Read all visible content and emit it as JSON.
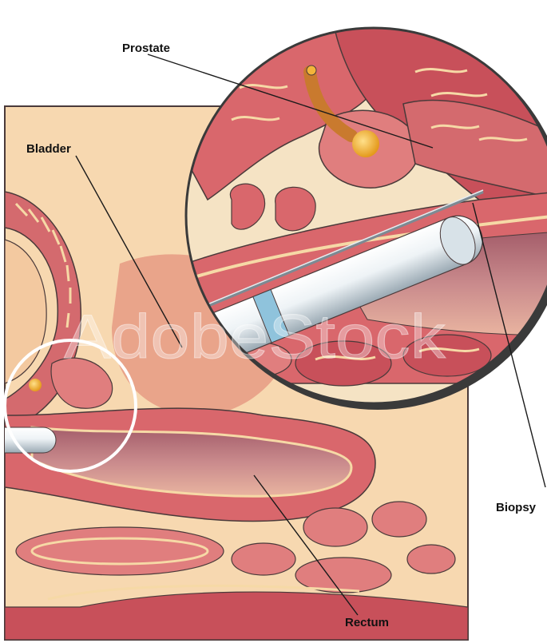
{
  "labels": {
    "prostate": "Prostate",
    "bladder": "Bladder",
    "biopsy": "Biopsy",
    "rectum": "Rectum"
  },
  "watermark": "AdobeStock",
  "colors": {
    "background_tissue": "#f7d8b0",
    "pale_tissue": "#f5e3c4",
    "muscle_dark": "#c8505a",
    "muscle_mid": "#e07e7e",
    "muscle_light": "#f0a890",
    "fold_lines": "#f6d9a6",
    "outline": "#4a3a3a",
    "prostate_gland": "#f3b43a",
    "probe_white": "#eef3f6",
    "probe_shadow": "#b8c4cc",
    "probe_band": "#8fc3dc",
    "rectum_lumen": "#b9707a",
    "zoom_ring_shadow": "#3a3a3a",
    "highlight_circle": "#ffffff"
  },
  "icons": {
    "probe": "ultrasound-probe-icon",
    "needle": "biopsy-needle-icon",
    "magnifier": "magnifier-circle-icon"
  }
}
